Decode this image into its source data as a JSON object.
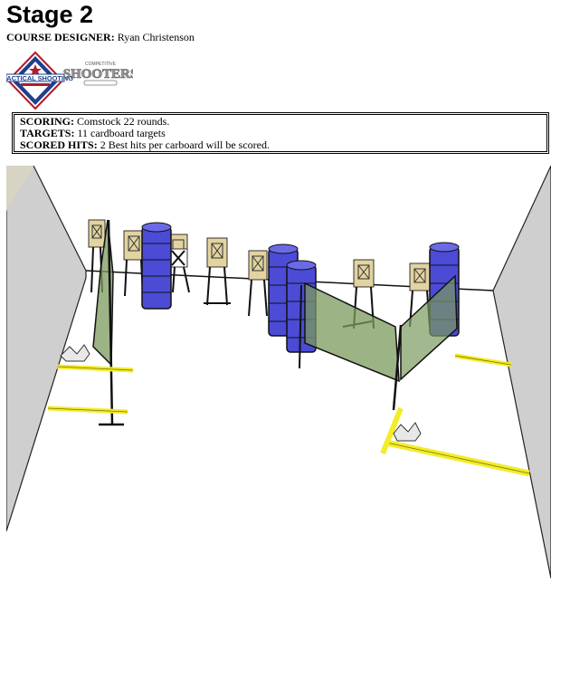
{
  "stage": {
    "title": "Stage 2",
    "designer_label": "COURSE DESIGNER:",
    "designer_name": "Ryan Christenson"
  },
  "logos": {
    "left": {
      "icon": "practical-shooting-association-logo",
      "text": "PRACTICAL SHOOTING"
    },
    "right": {
      "icon": "competitive-shooters-logo",
      "text_top": "COMPETITIVE",
      "text_main": "SHOOTERS"
    }
  },
  "scoring": {
    "scoring_label": "SCORING:",
    "scoring_value": "Comstock 22 rounds.",
    "targets_label": "TARGETS:",
    "targets_value": "11 cardboard targets",
    "hits_label": "SCORED HITS:",
    "hits_value": "2 Best hits per carboard will be scored."
  },
  "colors": {
    "wall": "#cfcfcf",
    "barrel": "#4b4bd6",
    "target": "#e2d3a0",
    "panel": "#7b9a5e",
    "fault_line": "#f2ec2a"
  }
}
